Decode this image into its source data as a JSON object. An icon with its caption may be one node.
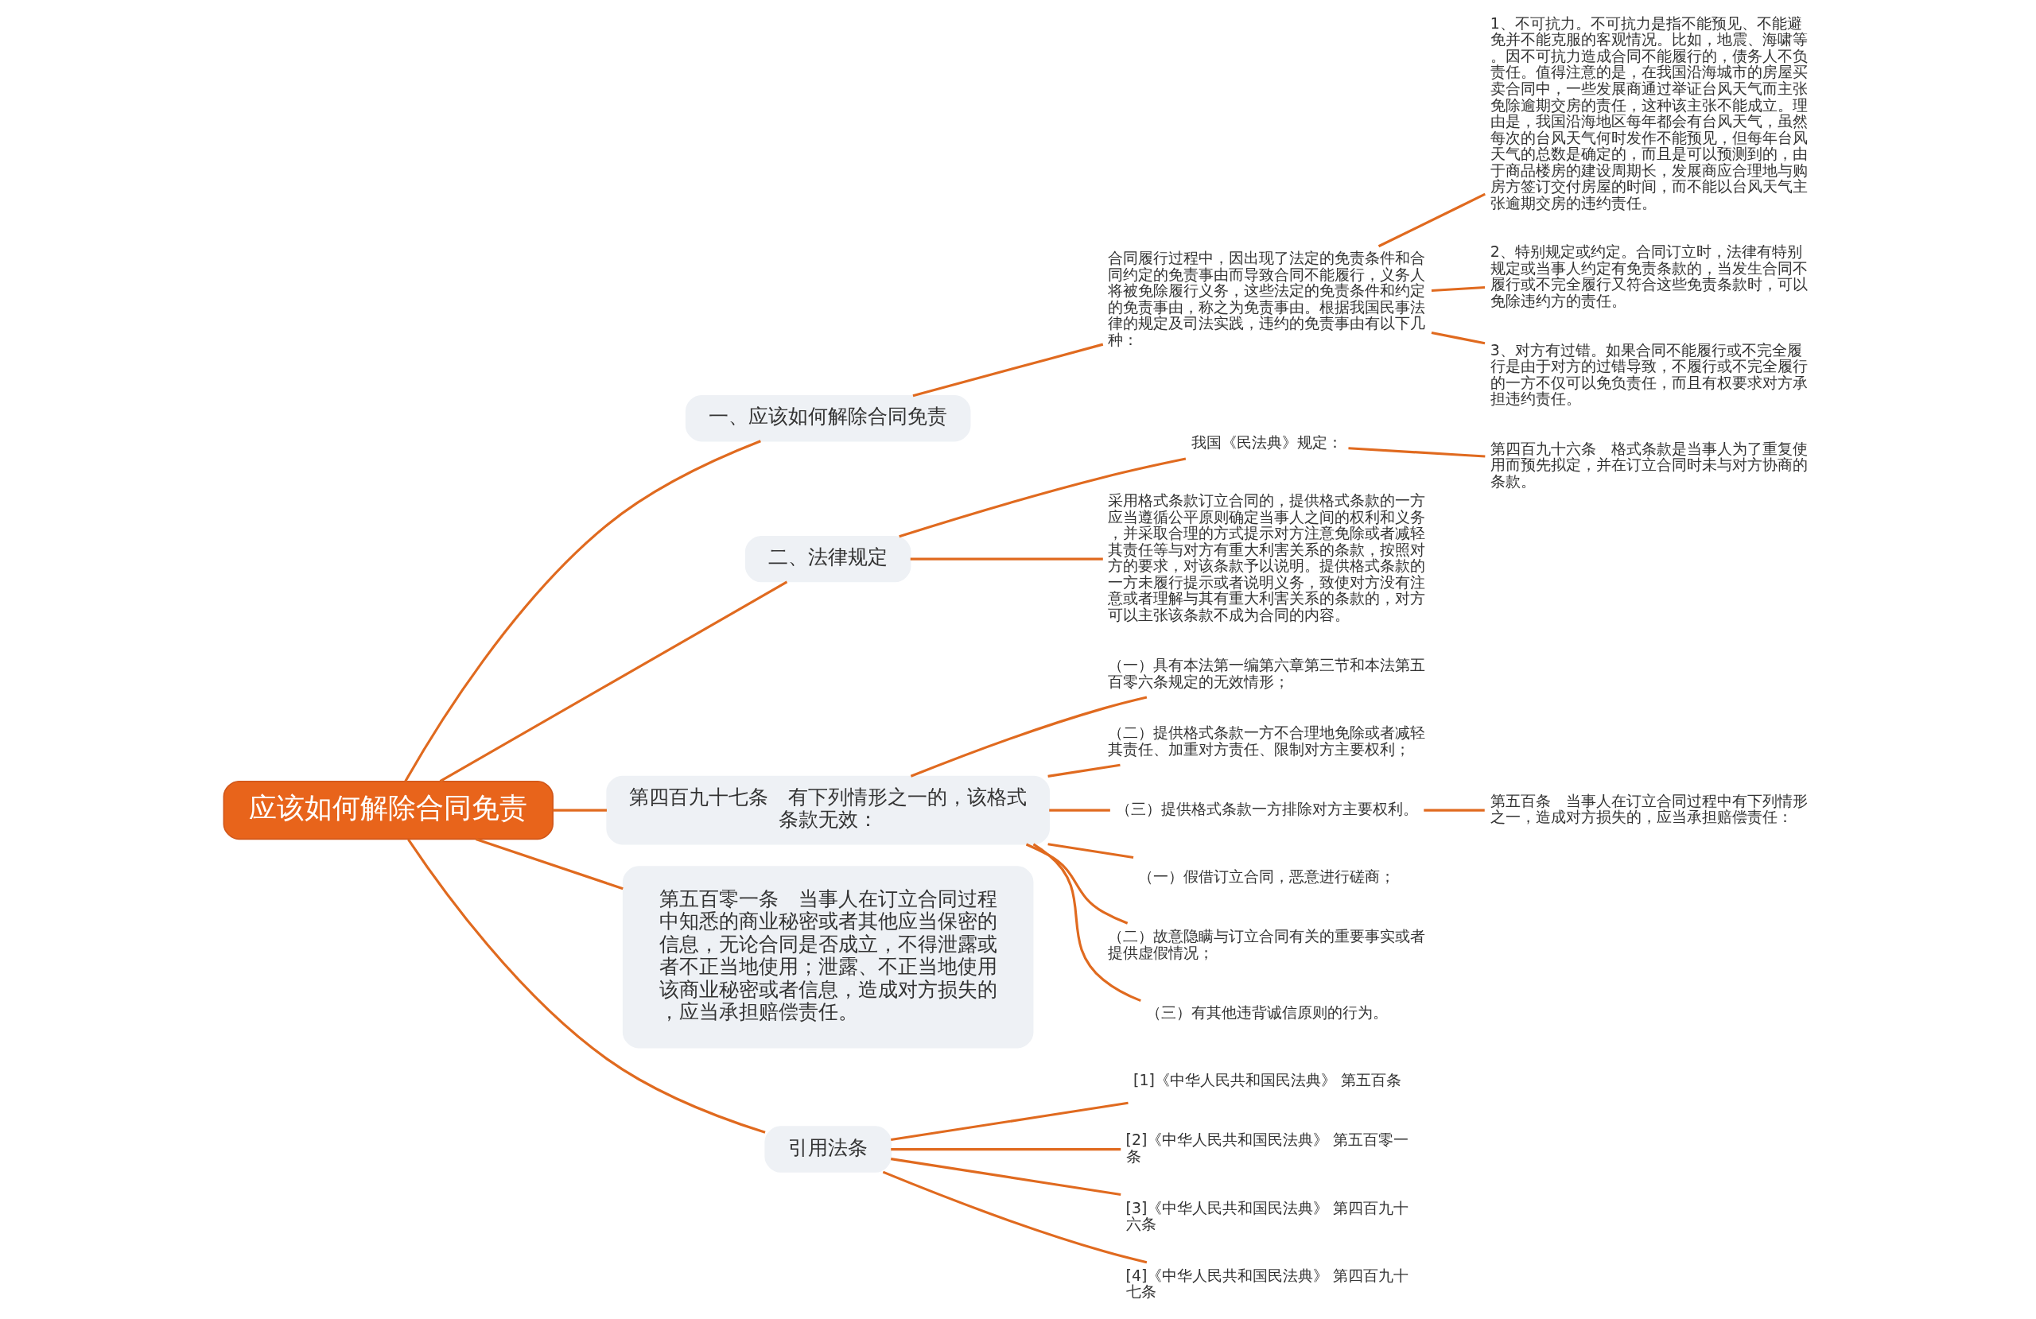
{
  "diagram": {
    "nodes": [
      {
        "text": [
          "应该如何解除合同免责"
        ]
      },
      {
        "text": [
          "一、应该如何解除合同免责"
        ]
      },
      {
        "text": [
          "合同履行过程中，因出现了法定的免责条件和合同约定的免责事由而导致合同不能履行，义务人将被免除履行义务，这些法定的免责条件和约定的免责事由，称之为免责事由。根据我国民事法律的规定及司法实践，违约的免责事由有以下几种："
        ]
      },
      {
        "text": [
          "1、不可抗力。不可抗力是指不能预见、不能避免并不能克服的客观情况。比如，地震、海啸等。因不可抗力造成合同不能履行的，债务人不负责任。值得注意的是，在我国沿海城市的房屋买卖合同中，一些发展商通过举证台风天气而主张免除逾期交房的责任，这种该主张不能成立。理由是，我国沿海地区每年都会有台风天气，虽然每次的台风天气何时发作不能预见，但每年台风天气的总数是确定的，而且是可以预测到的，由于商品楼房的建设周期长，发展商应合理地与购房方签订交付房屋的时间，而不能以台风天气主张逾期交房的违约责任。"
        ]
      },
      {
        "text": [
          "2、特别规定或约定。合同订立时，法律有特别规定或当事人约定有免责条款的，当发生合同不履行或不完全履行又符合这些免责条款时，可以免除违约方的责任。"
        ]
      },
      {
        "text": [
          "3、对方有过错。如果合同不能履行或不完全履行是由于对方的过错导致，不履行或不完全履行的一方不仅可以免负责任，而且有权要求对方承担违约责任。"
        ]
      },
      {
        "text": [
          "二、法律规定"
        ]
      },
      {
        "text": [
          "我国《民法典》规定："
        ]
      },
      {
        "text": [
          "第四百九十六条　格式条款是当事人为了重复使用而预先拟定，并在订立合同时未与对方协商的条款。"
        ]
      },
      {
        "text": [
          "采用格式条款订立合同的，提供格式条款的一方应当遵循公平原则确定当事人之间的权利和义务，并采取合理的方式提示对方注意免除或者减轻其责任等与对方有重大利害关系的条款，按照对方的要求，对该条款予以说明。提供格式条款的一方未履行提示或者说明义务，致使对方没有注意或者理解与其有重大利害关系的条款的，对方可以主张该条款不成为合同的内容。"
        ]
      },
      {
        "text": [
          "第四百九十七条　有下列情形之一的，该格式条款无效："
        ]
      },
      {
        "text": [
          "（一）具有本法第一编第六章第三节和本法第五百零六条规定的无效情形；"
        ]
      },
      {
        "text": [
          "（二）提供格式条款一方不合理地免除或者减轻其责任、加重对方责任、限制对方主要权利；"
        ]
      },
      {
        "text": [
          "（三）提供格式条款一方排除对方主要权利。"
        ]
      },
      {
        "text": [
          "第五百条　当事人在订立合同过程中有下列情形之一，造成对方损失的，应当承担赔偿责任："
        ]
      },
      {
        "text": [
          "（一）假借订立合同，恶意进行磋商；"
        ]
      },
      {
        "text": [
          "（二）故意隐瞒与订立合同有关的重要事实或者提供虚假情况；"
        ]
      },
      {
        "text": [
          "（三）有其他违背诚信原则的行为。"
        ]
      },
      {
        "text": [
          "第五百零一条　当事人在订立合同过程中知悉的商业秘密或者其他应当保密的信息，无论合同是否成立，不得泄露或者不正当地使用；泄露、不正当地使用该商业秘密或者信息，造成对方损失的，应当承担赔偿责任。"
        ]
      },
      {
        "text": [
          "引用法条"
        ]
      },
      {
        "text": [
          "[1]《中华人民共和国民法典》 第五百条"
        ]
      },
      {
        "text": [
          "[2]《中华人民共和国民法典》 第五百零一条"
        ]
      },
      {
        "text": [
          "[3]《中华人民共和国民法典》 第四百九十六条"
        ]
      },
      {
        "text": [
          "[4]《中华人民共和国民法典》 第四百九十七条"
        ]
      }
    ],
    "edges": [
      {
        "from": 0,
        "to": 1,
        "arrow": "none"
      },
      {
        "from": 1,
        "to": 2,
        "arrow": "none"
      },
      {
        "from": 2,
        "to": 3,
        "arrow": "none"
      },
      {
        "from": 2,
        "to": 4,
        "arrow": "none"
      },
      {
        "from": 2,
        "to": 5,
        "arrow": "none"
      },
      {
        "from": 0,
        "to": 6,
        "arrow": "none"
      },
      {
        "from": 6,
        "to": 7,
        "arrow": "none"
      },
      {
        "from": 7,
        "to": 8,
        "arrow": "none"
      },
      {
        "from": 6,
        "to": 9,
        "arrow": "none"
      },
      {
        "from": 0,
        "to": 10,
        "arrow": "none"
      },
      {
        "from": 10,
        "to": 11,
        "arrow": "none"
      },
      {
        "from": 10,
        "to": 12,
        "arrow": "none"
      },
      {
        "from": 10,
        "to": 13,
        "arrow": "none"
      },
      {
        "from": 13,
        "to": 14,
        "arrow": "none"
      },
      {
        "from": 10,
        "to": 15,
        "arrow": "none"
      },
      {
        "from": 10,
        "to": 16,
        "arrow": "none"
      },
      {
        "from": 10,
        "to": 17,
        "arrow": "none"
      },
      {
        "from": 0,
        "to": 18,
        "arrow": "none"
      },
      {
        "from": 0,
        "to": 19,
        "arrow": "none"
      },
      {
        "from": 19,
        "to": 20,
        "arrow": "none"
      },
      {
        "from": 19,
        "to": 21,
        "arrow": "none"
      },
      {
        "from": 19,
        "to": 22,
        "arrow": "none"
      },
      {
        "from": 19,
        "to": 23,
        "arrow": "none"
      }
    ]
  }
}
